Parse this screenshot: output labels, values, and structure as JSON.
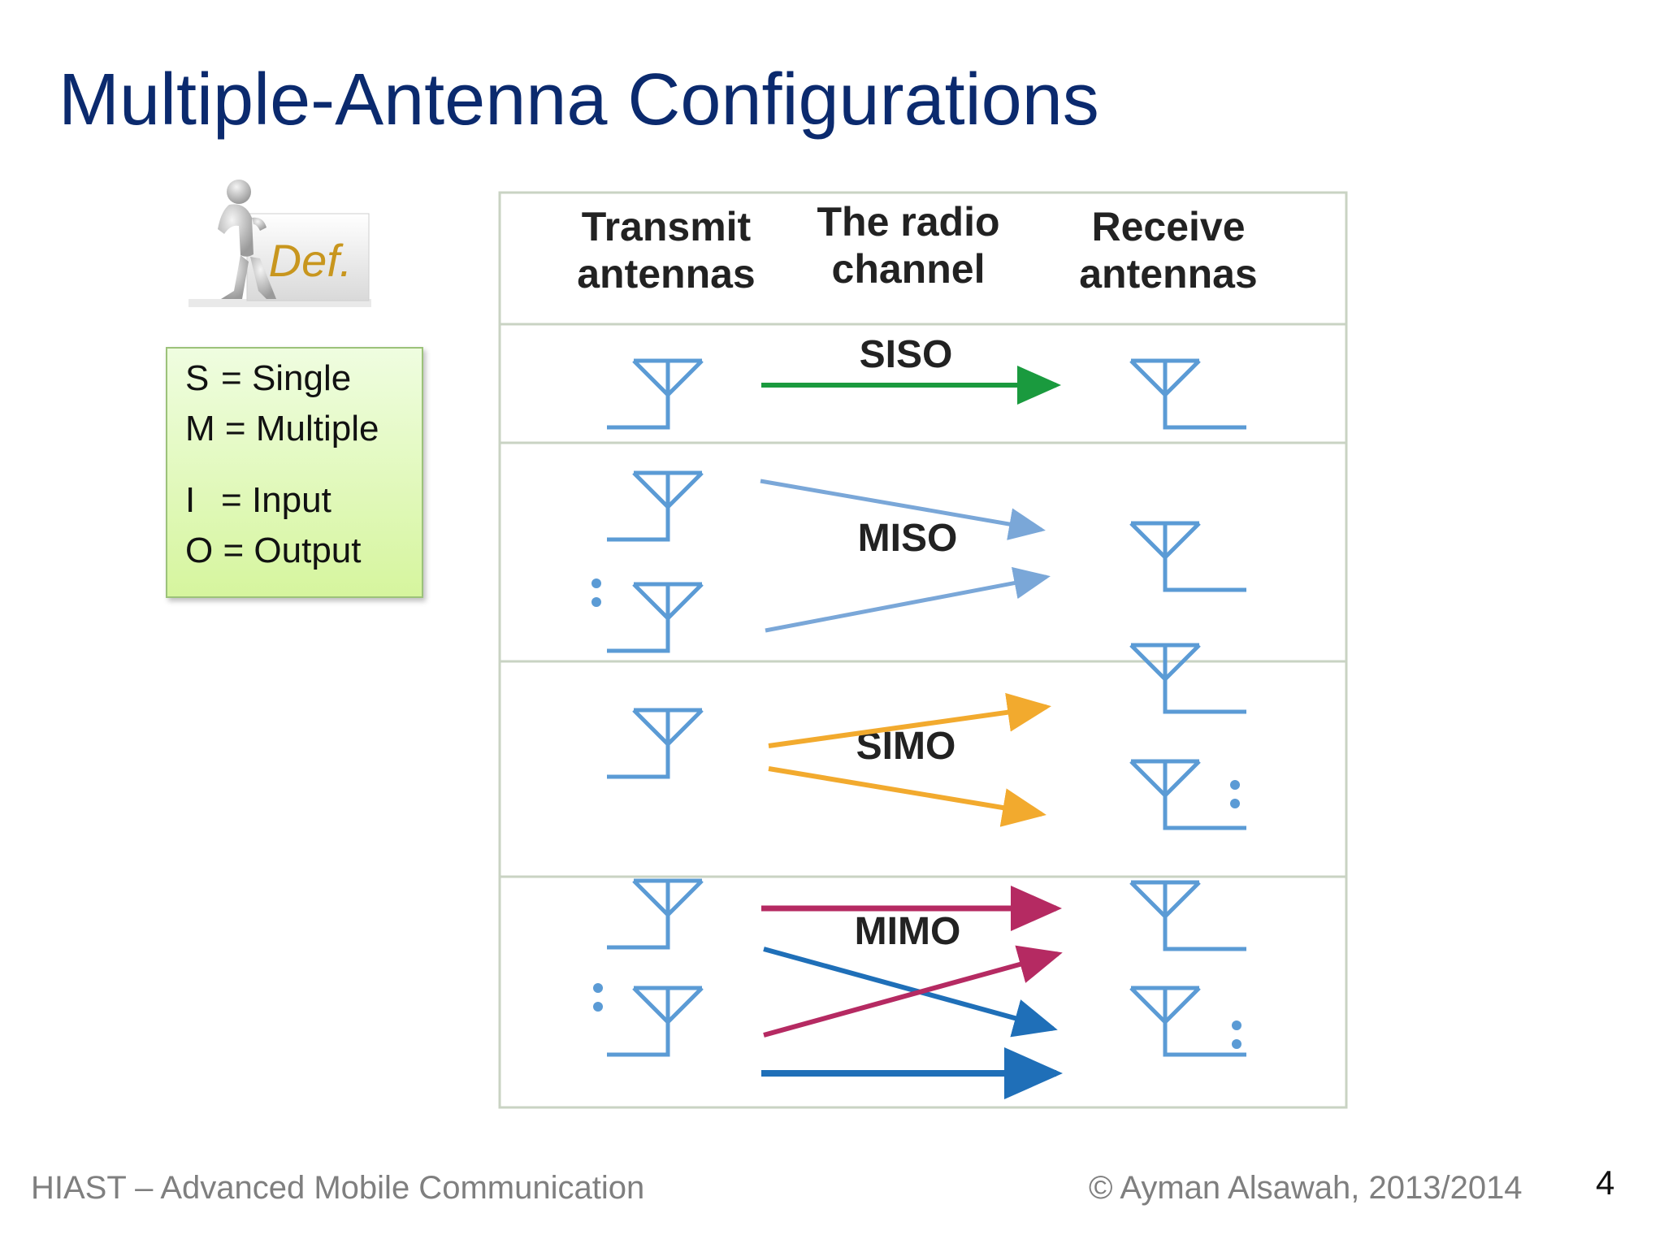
{
  "slide": {
    "title": "Multiple-Antenna Configurations",
    "badge_text": "Def.",
    "definitions": [
      {
        "key": "S",
        "sep": "=",
        "value": "Single"
      },
      {
        "key": "M",
        "sep": "=",
        "value": "Multiple"
      },
      {
        "key": "I",
        "sep": "=",
        "value": "Input"
      },
      {
        "key": "O",
        "sep": "=",
        "value": "Output"
      }
    ]
  },
  "diagram": {
    "headers": {
      "transmit": [
        "Transmit",
        "antennas"
      ],
      "channel": [
        "The radio",
        "channel"
      ],
      "receive": [
        "Receive",
        "antennas"
      ]
    },
    "rows": [
      {
        "label": "SISO",
        "color": "#1a9a3e"
      },
      {
        "label": "MISO",
        "color": "#7aa7d8"
      },
      {
        "label": "SIMO",
        "color": "#f2aa2e"
      },
      {
        "label": "MIMO",
        "colors": [
          "#b52a62",
          "#1f6fb8"
        ]
      }
    ],
    "antenna_color": "#5b9bd5"
  },
  "footer": {
    "left": "HIAST  – Advanced Mobile Communication",
    "right": "© Ayman Alsawah, 2013/2014",
    "page_number": "4"
  }
}
